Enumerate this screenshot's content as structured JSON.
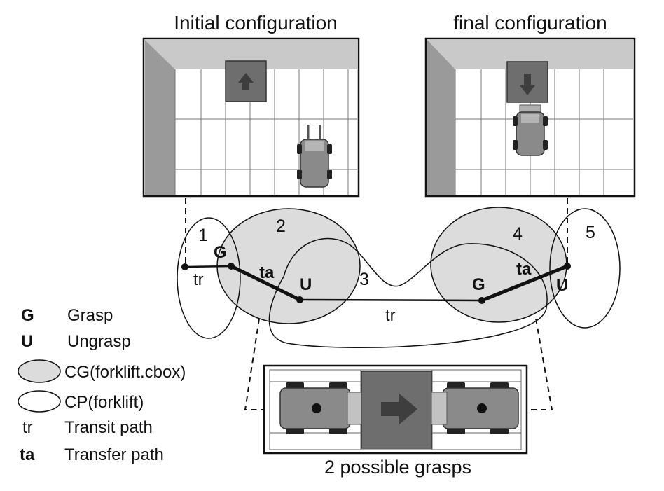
{
  "titles": {
    "initial": "Initial configuration",
    "final": "final configuration"
  },
  "regions": [
    "1",
    "2",
    "3",
    "4",
    "5"
  ],
  "graph": {
    "nodes": [
      "G",
      "U",
      "G",
      "U"
    ],
    "edges": {
      "tr_left": "tr",
      "ta_left": "ta",
      "tr_mid": "tr",
      "ta_right": "ta"
    }
  },
  "legend": [
    {
      "symbol": "G",
      "label": "Grasp"
    },
    {
      "symbol": "U",
      "label": "Ungrasp"
    },
    {
      "symbol": "",
      "label": "CG(forklift.cbox)"
    },
    {
      "symbol": "",
      "label": "CP(forklift)"
    },
    {
      "symbol": "tr",
      "label": "Transit path"
    },
    {
      "symbol": "ta",
      "label": "Transfer path"
    }
  ],
  "caption": "2 possible grasps",
  "colors": {
    "cg_fill": "#dcdcdc",
    "floor": "#ffffff",
    "wall": "#c9c9c9",
    "wall_dark": "#9a9a9a",
    "box": "#6e6e6e",
    "arrow": "#3e3e3e",
    "forklift": "#8a8a8a",
    "wheel": "#222222"
  },
  "icons": [
    "arrow-up-icon",
    "arrow-down-icon",
    "arrow-right-icon",
    "forklift-icon"
  ]
}
